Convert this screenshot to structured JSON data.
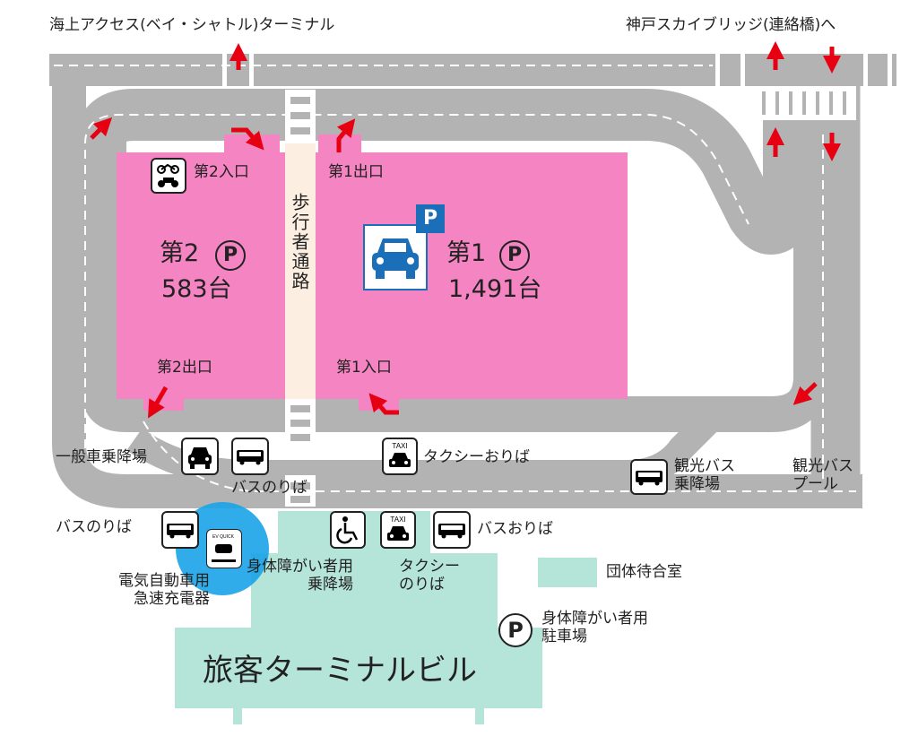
{
  "top_labels": {
    "sea_access": "海上アクセス(ベイ・シャトル)ターミナル",
    "sky_bridge": "神戸スカイブリッジ(連絡橋)へ"
  },
  "parking": {
    "lot2": {
      "name": "第2",
      "p_symbol": "P",
      "capacity": "583台",
      "entrance": "第2入口",
      "exit": "第2出口"
    },
    "lot1": {
      "name": "第1",
      "p_symbol": "P",
      "capacity": "1,491台",
      "entrance": "第1入口",
      "exit": "第1出口",
      "badge": "P"
    },
    "walkway": "歩行者通路"
  },
  "facilities": {
    "general_dropoff": "一般車乗降場",
    "bus_stop_upper": "バスのりば",
    "taxi_dropoff": "タクシーおりば",
    "tour_bus_dropoff": "観光バス\n乗降場",
    "tour_bus_pool": "観光バス\nプール",
    "bus_stop_lower": "バスのりば",
    "ev_charger": "電気自動車用\n急速充電器",
    "ev_icon_text": "EV QUICK",
    "accessible_dropoff": "身体障がい者用\n乗降場",
    "taxi_stand": "タクシー\nのりば",
    "bus_dropoff": "バスおりば",
    "taxi_icon_text": "TAXI",
    "group_waiting_room": "団体待合室",
    "accessible_parking": "身体障がい者用\n駐車場",
    "accessible_parking_symbol": "P"
  },
  "terminal": "旅客ターミナルビル",
  "colors": {
    "road": "#b3b3b3",
    "parking": "#f584c2",
    "walkway": "#fcefe2",
    "terminal": "#b5e5d8",
    "arrow": "#e60012",
    "ev_highlight": "#1aa3e8",
    "p_badge": "#1a6fb8"
  }
}
